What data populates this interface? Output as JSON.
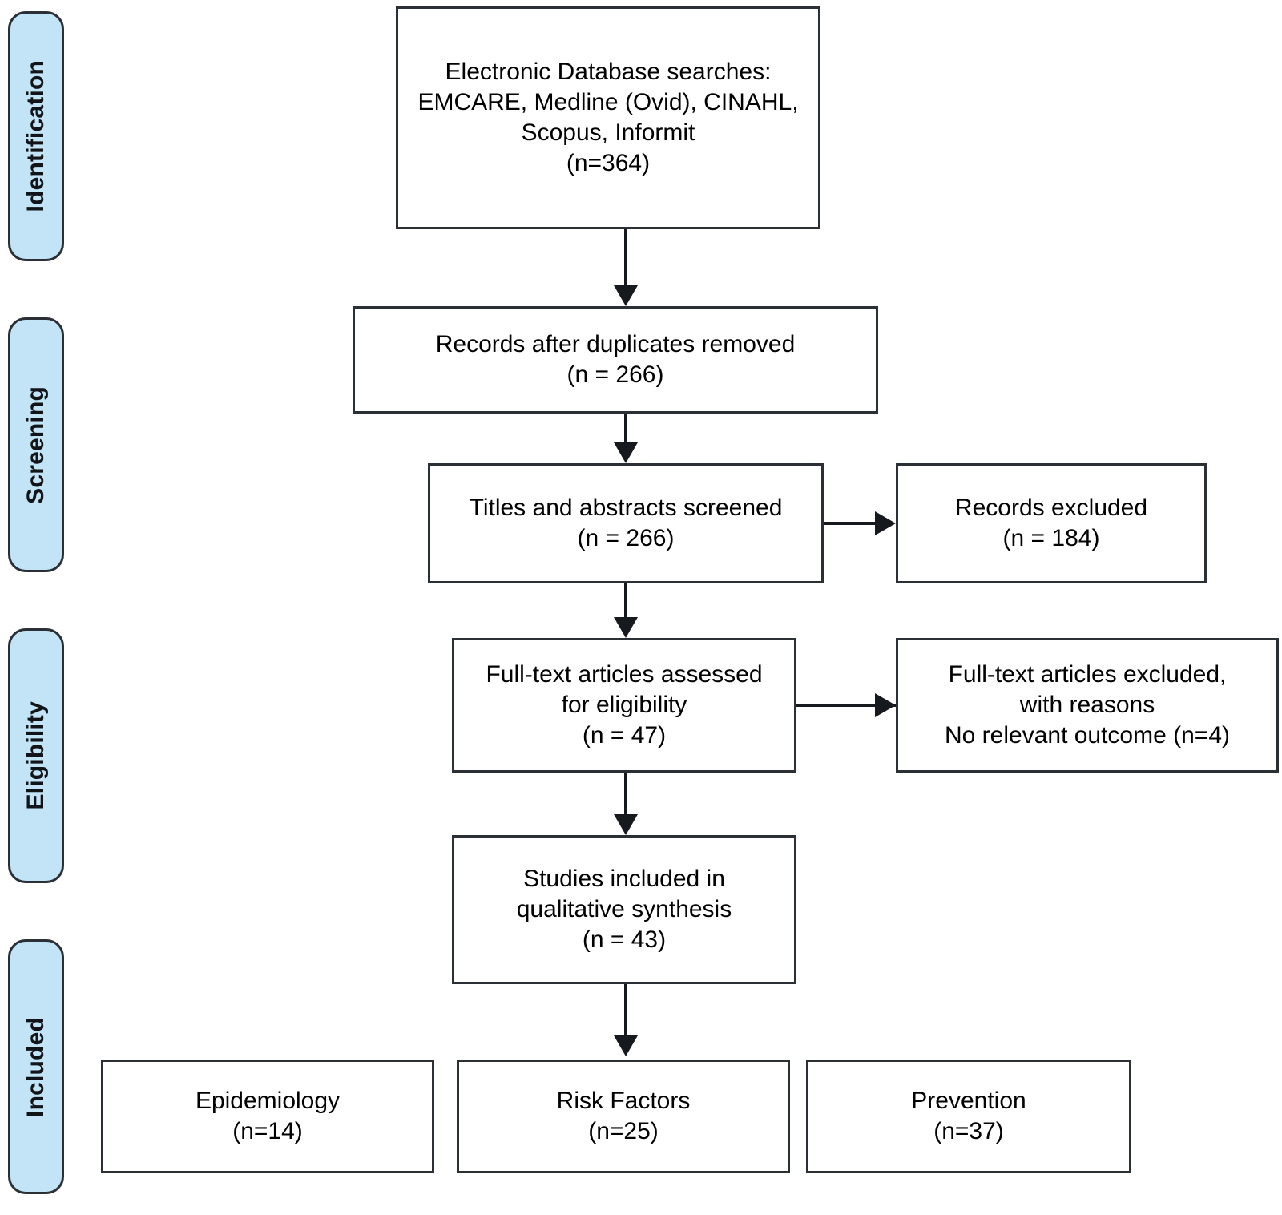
{
  "diagram": {
    "type": "prisma-flow-diagram",
    "title": "PRISMA study selection flow diagram",
    "accent_color": "#c3e3f7",
    "border_color": "#2b2f36",
    "line_color": "#16191d",
    "background": "#ffffff"
  },
  "stages": [
    {
      "id": "identification",
      "label": "Identification"
    },
    {
      "id": "screening",
      "label": "Screening"
    },
    {
      "id": "eligibility",
      "label": "Eligibility"
    },
    {
      "id": "included",
      "label": "Included"
    }
  ],
  "boxes": {
    "database_searches": {
      "text": "Electronic Database searches:\nEMCARE,  Medline (Ovid), CINAHL,\nScopus, Informit\n(n=364)",
      "count": 364
    },
    "after_duplicates": {
      "text": "Records after duplicates removed\n(n = 266)",
      "count": 266
    },
    "titles_abstracts_screened": {
      "text": "Titles and abstracts screened\n(n = 266)",
      "count": 266
    },
    "records_excluded": {
      "text": "Records excluded\n(n = 184)",
      "count": 184
    },
    "fulltext_assessed": {
      "text": "Full-text articles assessed\nfor eligibility\n(n = 47)",
      "count": 47
    },
    "fulltext_excluded": {
      "text": "Full-text articles excluded,\nwith reasons\nNo relevant outcome (n=4)",
      "count": 4
    },
    "studies_included": {
      "text": "Studies included in\nqualitative synthesis\n(n = 43)",
      "count": 43
    },
    "epidemiology": {
      "text": "Epidemiology\n(n=14)",
      "count": 14
    },
    "risk_factors": {
      "text": "Risk Factors\n(n=25)",
      "count": 25
    },
    "prevention": {
      "text": "Prevention\n(n=37)",
      "count": 37
    }
  }
}
